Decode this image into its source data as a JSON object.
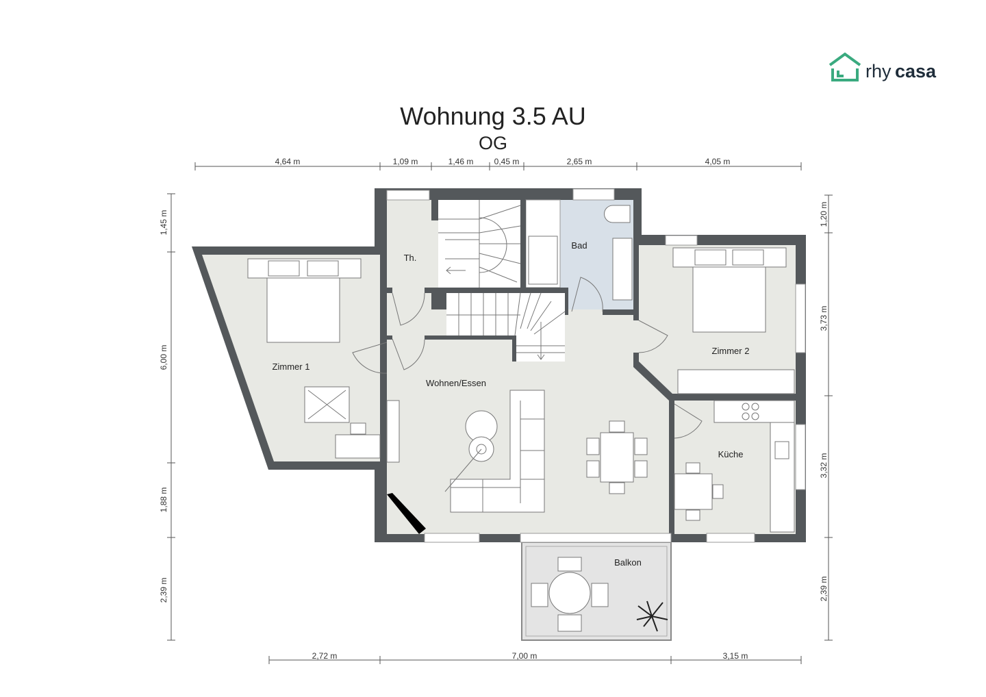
{
  "brand": {
    "name_light": "rhy",
    "name_bold": "casa",
    "color": "#3aaa7f",
    "text_color": "#1f2d3a"
  },
  "title": {
    "line1": "Wohnung 3.5 AU",
    "line2": "OG"
  },
  "rooms": {
    "zimmer1": "Zimmer 1",
    "th": "Th.",
    "bad": "Bad",
    "wohnen": "Wohnen/Essen",
    "zimmer2": "Zimmer 2",
    "kueche": "Küche",
    "balkon": "Balkon"
  },
  "dimensions": {
    "top": [
      "4,64 m",
      "1,09 m",
      "1,46 m",
      "0,45 m",
      "2,65 m",
      "4,05 m"
    ],
    "bottom": [
      "2,72 m",
      "7,00 m",
      "3,15 m"
    ],
    "left": [
      "1,45 m",
      "6,00 m",
      "1,88 m",
      "2,39 m"
    ],
    "right": [
      "1,20 m",
      "3,73 m",
      "3,32 m",
      "2,39 m"
    ]
  },
  "colors": {
    "wall": "#54585b",
    "floor": "#e8e9e4",
    "bath": "#d8e0e8",
    "balcony": "#e4e4e4"
  }
}
